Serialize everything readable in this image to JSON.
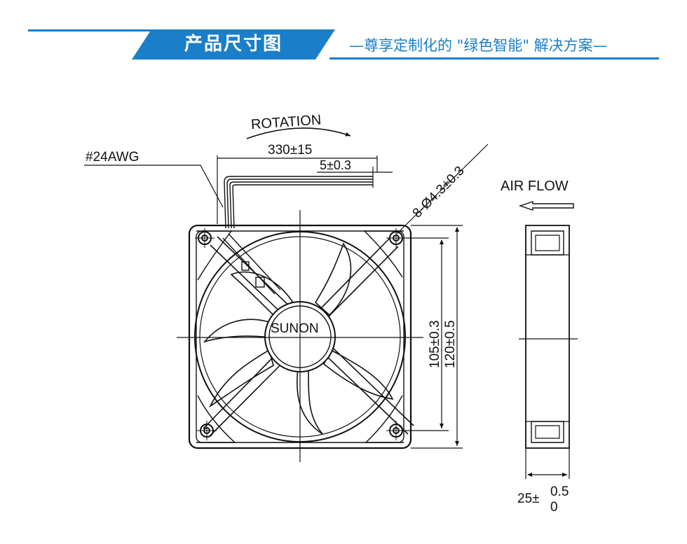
{
  "header": {
    "title": "产品尺寸图",
    "subtitle": "—尊享定制化的 \"绿色智能\" 解决方案—"
  },
  "drawing": {
    "rotation_label": "ROTATION",
    "wire_length": "330±15",
    "wire_strip": "5±0.3",
    "wire_gauge": "#24AWG",
    "mount_holes": "8-Ø4.3±0.3",
    "hub_brand": "SUNON",
    "hole_spacing": "105±0.3",
    "frame_size": "120±0.5",
    "air_flow_label": "AIR FLOW",
    "thickness_base": "25±",
    "thickness_upper": "0.5",
    "thickness_lower": "0"
  },
  "colors": {
    "accent": "#1a7fc8",
    "line": "#111111"
  }
}
